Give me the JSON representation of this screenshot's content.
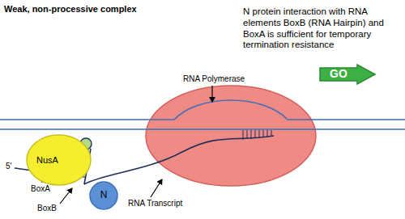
{
  "diagram": {
    "title": "Weak, non-processive complex",
    "nodes": [
      {
        "text": [
          "GO"
        ]
      },
      {
        "text": [
          "NusA"
        ]
      },
      {
        "text": [
          "N"
        ]
      }
    ],
    "labels": [
      "N protein interaction with RNA elements BoxB (RNA Hairpin) and BoxA is sufficient for temporary termination resistance",
      "RNA Polymerase",
      "RNA Transcript",
      "5'",
      "BoxA",
      "BoxB"
    ]
  }
}
